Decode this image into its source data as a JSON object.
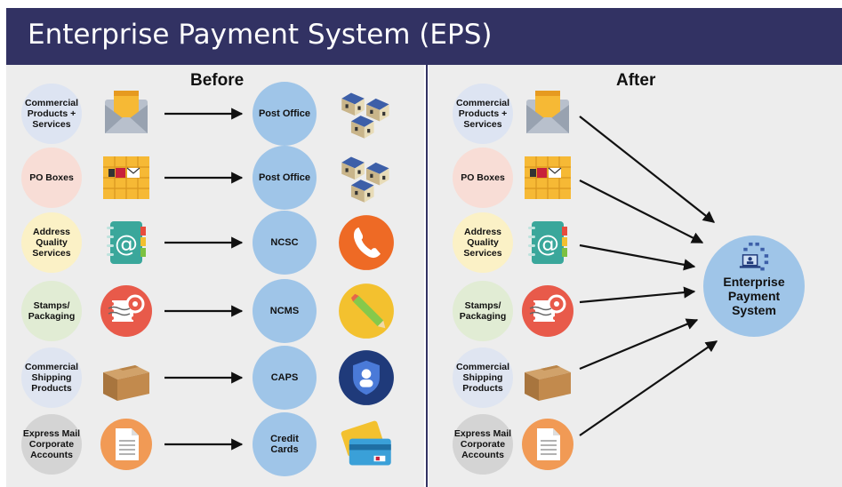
{
  "title": "Enterprise Payment System (EPS)",
  "before_label": "Before",
  "after_label": "After",
  "sources": [
    {
      "label": "Commercial\nProducts +\nServices",
      "color": "#dde4f2",
      "icon": "envelope-icon"
    },
    {
      "label": "PO Boxes",
      "color": "#f8ddd6",
      "icon": "po-box-icon"
    },
    {
      "label": "Address\nQuality\nServices",
      "color": "#fbf1c6",
      "icon": "address-book-icon"
    },
    {
      "label": "Stamps/\nPackaging",
      "color": "#e1ecd4",
      "icon": "stamp-icon"
    },
    {
      "label": "Commercial\nShipping\nProducts",
      "color": "#dfe5f1",
      "icon": "shipping-box-icon"
    },
    {
      "label": "Express Mail\nCorporate\nAccounts",
      "color": "#d4d4d4",
      "icon": "document-icon"
    }
  ],
  "targets": [
    {
      "label": "Post Office",
      "icon": "post-office-buildings-icon"
    },
    {
      "label": "Post Office",
      "icon": "post-office-buildings-icon"
    },
    {
      "label": "NCSC",
      "icon": "phone-icon"
    },
    {
      "label": "NCMS",
      "icon": "pencil-icon"
    },
    {
      "label": "CAPS",
      "icon": "shield-user-icon"
    },
    {
      "label": "Credit\nCards",
      "icon": "credit-cards-icon"
    }
  ],
  "eps_label": "Enterprise\nPayment\nSystem",
  "eps_icon": "network-computers-icon",
  "colors": {
    "header": "#323263",
    "panel": "#ededed",
    "target_circle": "#9fc5e8",
    "arrow": "#111111"
  }
}
